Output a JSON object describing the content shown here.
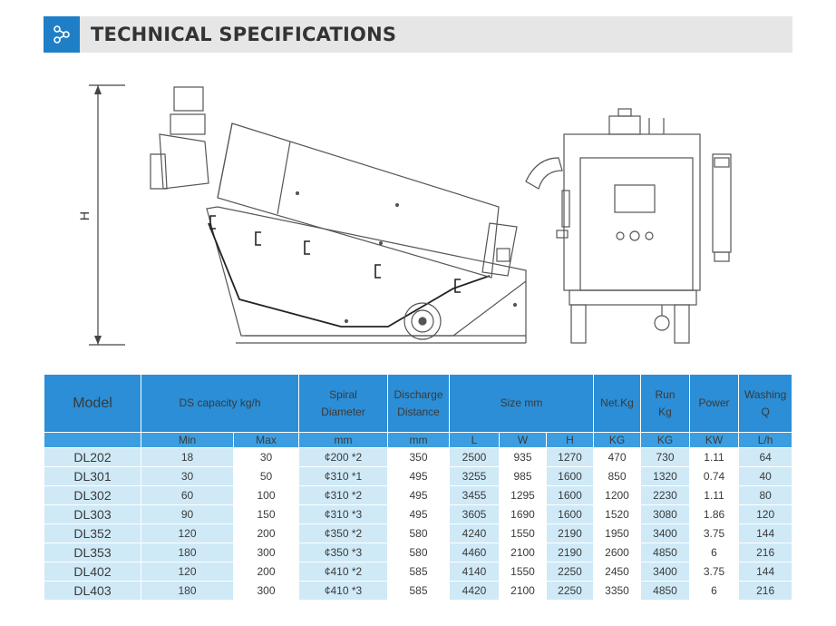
{
  "header": {
    "title": "TECHNICAL SPECIFICATIONS",
    "icon": "molecule-icon",
    "accent": "#1f7fc6"
  },
  "drawing": {
    "dimension_label": "H"
  },
  "table": {
    "headers": {
      "model": "Model",
      "ds_capacity": "DS capacity kg/h",
      "spiral_diameter": "Spiral Diameter",
      "discharge_distance": "Discharge Distance",
      "size": "Size mm",
      "net_kg": "Net.Kg",
      "run_kg": "Run Kg",
      "power": "Power",
      "washing": "Washing Q"
    },
    "units": [
      "Min",
      "Max",
      "mm",
      "mm",
      "L",
      "W",
      "H",
      "KG",
      "KG",
      "KW",
      "L/h"
    ],
    "rows": [
      [
        "DL202",
        "18",
        "30",
        "¢200 *2",
        "350",
        "2500",
        "935",
        "1270",
        "470",
        "730",
        "1.11",
        "64"
      ],
      [
        "DL301",
        "30",
        "50",
        "¢310 *1",
        "495",
        "3255",
        "985",
        "1600",
        "850",
        "1320",
        "0.74",
        "40"
      ],
      [
        "DL302",
        "60",
        "100",
        "¢310 *2",
        "495",
        "3455",
        "1295",
        "1600",
        "1200",
        "2230",
        "1.11",
        "80"
      ],
      [
        "DL303",
        "90",
        "150",
        "¢310 *3",
        "495",
        "3605",
        "1690",
        "1600",
        "1520",
        "3080",
        "1.86",
        "120"
      ],
      [
        "DL352",
        "120",
        "200",
        "¢350 *2",
        "580",
        "4240",
        "1550",
        "2190",
        "1950",
        "3400",
        "3.75",
        "144"
      ],
      [
        "DL353",
        "180",
        "300",
        "¢350 *3",
        "580",
        "4460",
        "2100",
        "2190",
        "2600",
        "4850",
        "6",
        "216"
      ],
      [
        "DL402",
        "120",
        "200",
        "¢410 *2",
        "585",
        "4140",
        "1550",
        "2250",
        "2450",
        "3400",
        "3.75",
        "144"
      ],
      [
        "DL403",
        "180",
        "300",
        "¢410 *3",
        "585",
        "4420",
        "2100",
        "2250",
        "3350",
        "4850",
        "6",
        "216"
      ]
    ]
  }
}
